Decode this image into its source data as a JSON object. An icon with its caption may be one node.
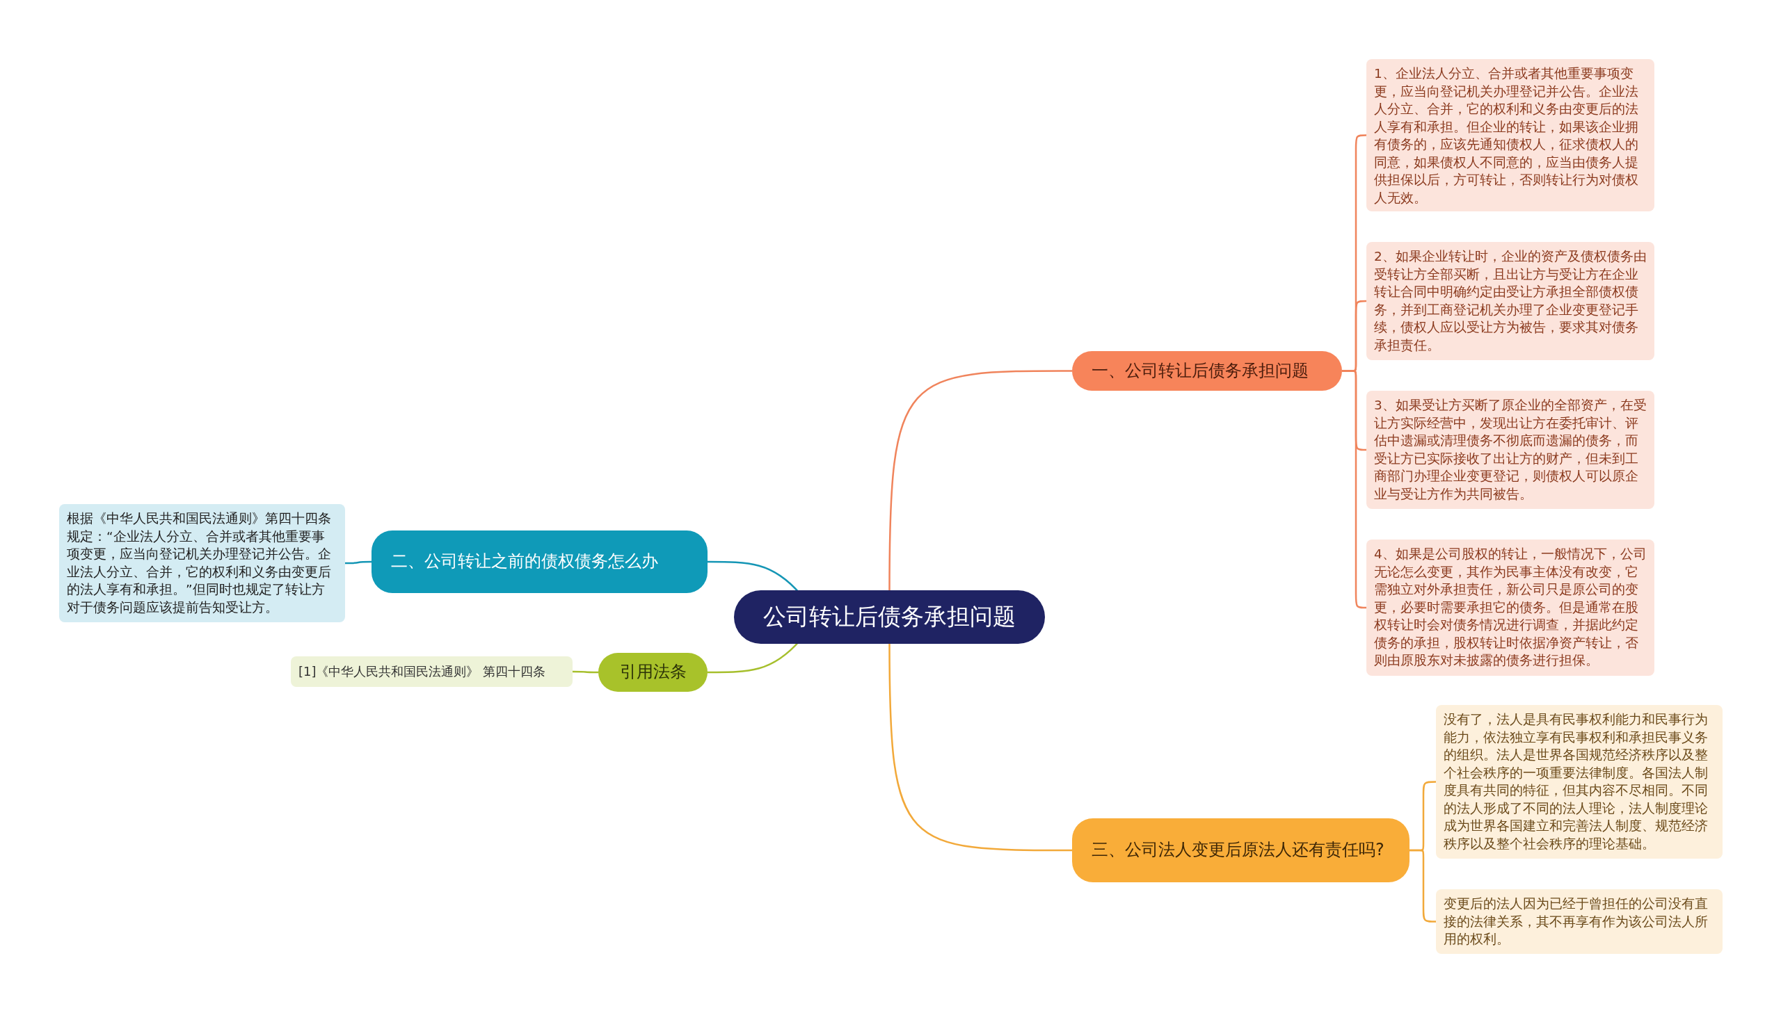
{
  "diagram": {
    "nodes": [
      {
        "text": [
          "公司转让后债务承担问题"
        ]
      },
      {
        "text": [
          "一、公司转让后债务承担问题"
        ]
      },
      {
        "text": [
          "1、企业法人分立、合并或者其他重要事项变更，应当向登记机关办理登记并公告。企业法人分立、合并，它的权利和义务由变更后的法人享有和承担。但企业的转让，如果该企业拥有债务的，应该先通知债权人，征求债权人的同意，如果债权人不同意的，应当由债务人提供担保以后，方可转让，否则转让行为对债权人无效。"
        ]
      },
      {
        "text": [
          "2、如果企业转让时，企业的资产及债权债务由受转让方全部买断，且出让方与受让方在企业转让合同中明确约定由受让方承担全部债权债务，并到工商登记机关办理了企业变更登记手续，债权人应以受让方为被告，要求其对债务承担责任。"
        ]
      },
      {
        "text": [
          "3、如果受让方买断了原企业的全部资产，在受让方实际经营中，发现出让方在委托审计、评估中遗漏或清理债务不彻底而遗漏的债务，而受让方已实际接收了出让方的财产，但未到工商部门办理企业变更登记，则债权人可以原企业与受让方作为共同被告。"
        ]
      },
      {
        "text": [
          "4、如果是公司股权的转让，一般情况下，公司无论怎么变更，其作为民事主体没有改变，它需独立对外承担责任，新公司只是原公司的变更，必要时需要承担它的债务。但是通常在股权转让时会对债务情况进行调查，并据此约定债务的承担，股权转让时依据净资产转让，否则由原股东对未披露的债务进行担保。"
        ]
      },
      {
        "text": [
          "二、公司转让之前的债权债务怎么办"
        ]
      },
      {
        "text": [
          "根据《中华人民共和国民法通则》第四十四条规定：“企业法人分立、合并或者其他重要事项变更，应当向登记机关办理登记并公告。企业法人分立、合并，它的权利和义务由变更后的法人享有和承担。”但同时也规定了转让方对于债务问题应该提前告知受让方。"
        ]
      },
      {
        "text": [
          "引用法条"
        ]
      },
      {
        "text": [
          "[1]《中华人民共和国民法通则》 第四十四条"
        ]
      },
      {
        "text": [
          "三、公司法人变更后原法人还有责任吗?"
        ]
      },
      {
        "text": [
          "没有了，法人是具有民事权利能力和民事行为能力，依法独立享有民事权利和承担民事义务的组织。法人是世界各国规范经济秩序以及整个社会秩序的一项重要法律制度。各国法人制度具有共同的特征，但其内容不尽相同。不同的法人形成了不同的法人理论，法人制度理论成为世界各国建立和完善法人制度、规范经济秩序以及整个社会秩序的理论基础。"
        ]
      },
      {
        "text": [
          "变更后的法人因为已经于曾担任的公司没有直接的法律关系，其不再享有作为该公司法人所用的权利。"
        ]
      }
    ],
    "edges": [
      {
        "from": 0,
        "to": 1,
        "arrow": "none",
        "color": "#f0845c"
      },
      {
        "from": 1,
        "to": 2,
        "arrow": "none",
        "color": "#f0845c"
      },
      {
        "from": 1,
        "to": 3,
        "arrow": "none",
        "color": "#f0845c"
      },
      {
        "from": 1,
        "to": 4,
        "arrow": "none",
        "color": "#f0845c"
      },
      {
        "from": 1,
        "to": 5,
        "arrow": "none",
        "color": "#f0845c"
      },
      {
        "from": 0,
        "to": 6,
        "arrow": "none",
        "color": "#1596b5"
      },
      {
        "from": 6,
        "to": 7,
        "arrow": "none",
        "color": "#1596b5"
      },
      {
        "from": 0,
        "to": 8,
        "arrow": "none",
        "color": "#a6bf2c"
      },
      {
        "from": 8,
        "to": 9,
        "arrow": "none",
        "color": "#a6bf2c"
      },
      {
        "from": 0,
        "to": 10,
        "arrow": "none",
        "color": "#f2a93a"
      },
      {
        "from": 10,
        "to": 11,
        "arrow": "none",
        "color": "#f2a93a"
      },
      {
        "from": 10,
        "to": 12,
        "arrow": "none",
        "color": "#f2a93a"
      }
    ]
  }
}
